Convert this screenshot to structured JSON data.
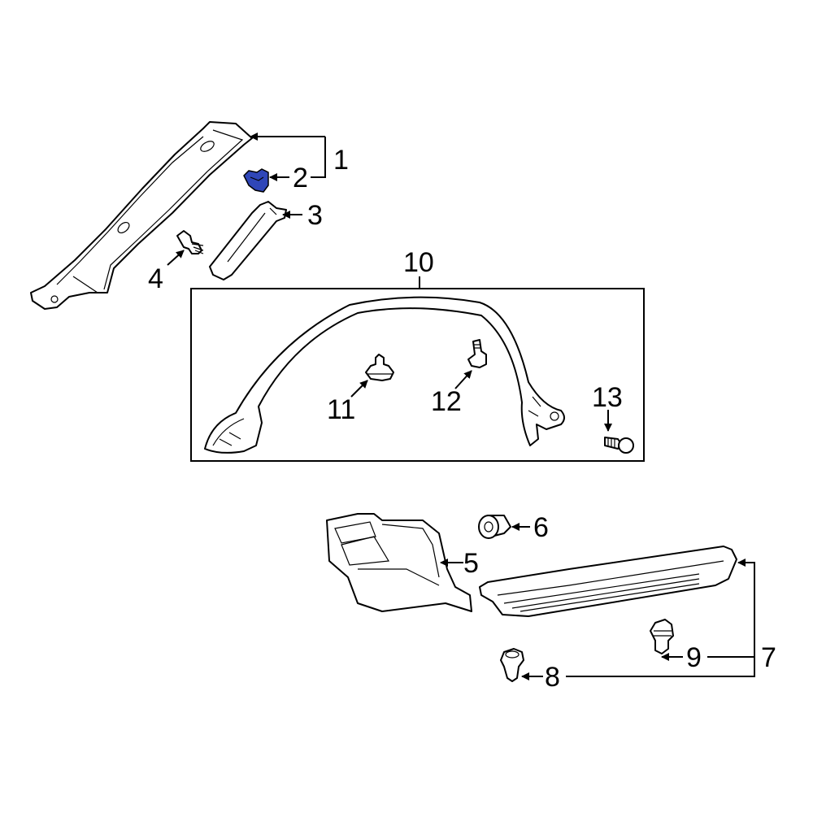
{
  "diagram": {
    "callouts": {
      "c1": "1",
      "c2": "2",
      "c3": "3",
      "c4": "4",
      "c5": "5",
      "c6": "6",
      "c7": "7",
      "c8": "8",
      "c9": "9",
      "c10": "10",
      "c11": "11",
      "c12": "12",
      "c13": "13"
    },
    "colors": {
      "highlight": "#2f46b8",
      "line": "#000000",
      "background": "#ffffff"
    },
    "highlighted_part": "2"
  }
}
